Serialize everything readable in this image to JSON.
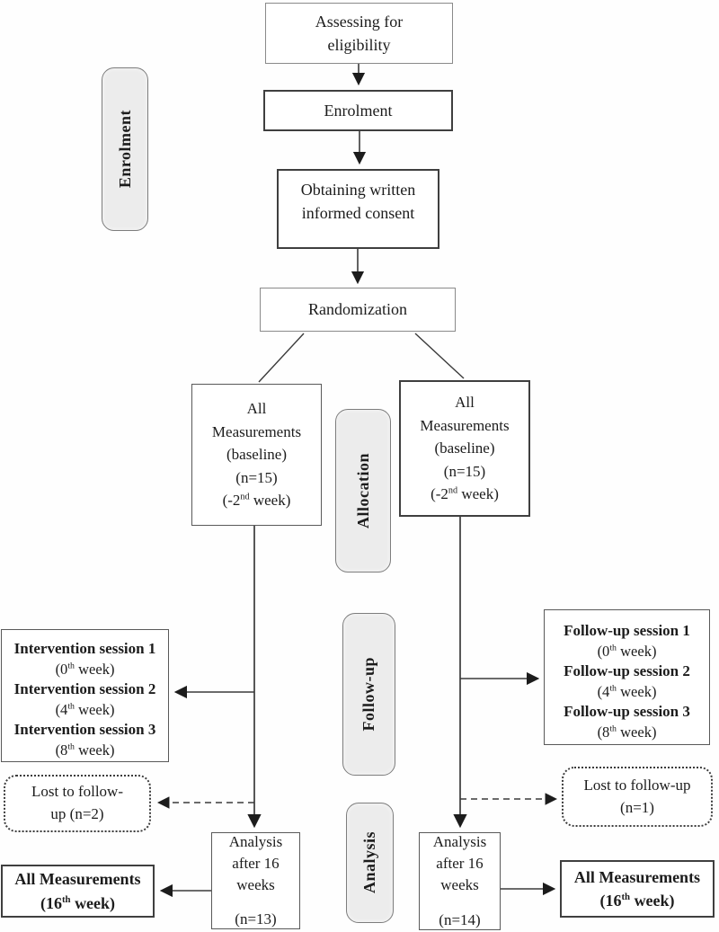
{
  "stage_labels": {
    "enrolment": "Enrolment",
    "allocation": "Allocation",
    "followup": "Follow-up",
    "analysis": "Analysis"
  },
  "flow": {
    "assessing": {
      "line1": "Assessing for",
      "line2": "eligibility"
    },
    "enrolment_box": {
      "label": "Enrolment"
    },
    "consent": {
      "line1": "Obtaining written",
      "line2": "informed consent"
    },
    "randomization": {
      "label": "Randomization"
    },
    "baseline_left": {
      "l1": "All",
      "l2": "Measurements",
      "l3": "(baseline)",
      "l4": "(n=15)",
      "w_pre": "(-2",
      "w_sup": "nd",
      "w_post": " week)"
    },
    "baseline_right": {
      "l1": "All",
      "l2": "Measurements",
      "l3": "(baseline)",
      "l4": "(n=15)",
      "w_pre": "(-2",
      "w_sup": "nd",
      "w_post": " week)"
    },
    "intervention": {
      "sessions": [
        {
          "title": "Intervention session 1",
          "w_pre": "(0",
          "w_sup": "th",
          "w_post": " week)"
        },
        {
          "title": "Intervention session 2",
          "w_pre": "(4",
          "w_sup": "th",
          "w_post": " week)"
        },
        {
          "title": "Intervention session 3",
          "w_pre": "(8",
          "w_sup": "th",
          "w_post": " week)"
        }
      ]
    },
    "followup_sessions": {
      "sessions": [
        {
          "title": "Follow-up session 1",
          "w_pre": "(0",
          "w_sup": "th",
          "w_post": " week)"
        },
        {
          "title": "Follow-up session 2",
          "w_pre": "(4",
          "w_sup": "th",
          "w_post": " week)"
        },
        {
          "title": "Follow-up session 3",
          "w_pre": "(8",
          "w_sup": "th",
          "w_post": " week)"
        }
      ]
    },
    "lost_left": {
      "line1": "Lost to follow-",
      "line2": "up (n=2)"
    },
    "lost_right": {
      "line1": "Lost to follow-up",
      "line2": "(n=1)"
    },
    "analysis_left": {
      "l1": "Analysis",
      "l2": "after 16",
      "l3": "weeks",
      "n": "(n=13)"
    },
    "analysis_right": {
      "l1": "Analysis",
      "l2": "after 16",
      "l3": "weeks",
      "n": "(n=14)"
    },
    "allmeas_left": {
      "line1": "All Measurements",
      "w_pre": "(16",
      "w_sup": "th",
      "w_post": " week)"
    },
    "allmeas_right": {
      "line1": "All Measurements",
      "w_pre": "(16",
      "w_sup": "th",
      "w_post": " week)"
    }
  },
  "colors": {
    "line": "#3a3a3a",
    "box_border": "#595959",
    "stage_fill": "#ececec",
    "stage_border": "#7d7d7d"
  }
}
